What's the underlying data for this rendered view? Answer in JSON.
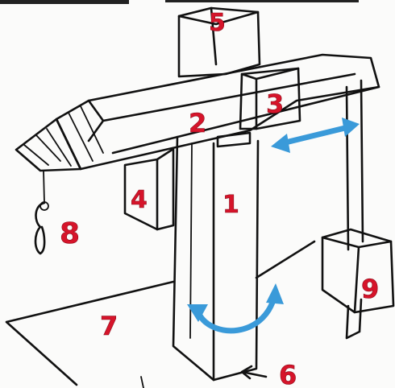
{
  "labels": {
    "column": "1",
    "beam": "2",
    "carriage": "3",
    "counterweight": "4",
    "beam_top_block": "5",
    "base_pointer": "6",
    "floor": "7",
    "hook": "8",
    "right_box": "9"
  },
  "colors": {
    "ink": "#111111",
    "label": "#d6142a",
    "arrow": "#3a9ad9",
    "paper": "#fbfbfa"
  }
}
